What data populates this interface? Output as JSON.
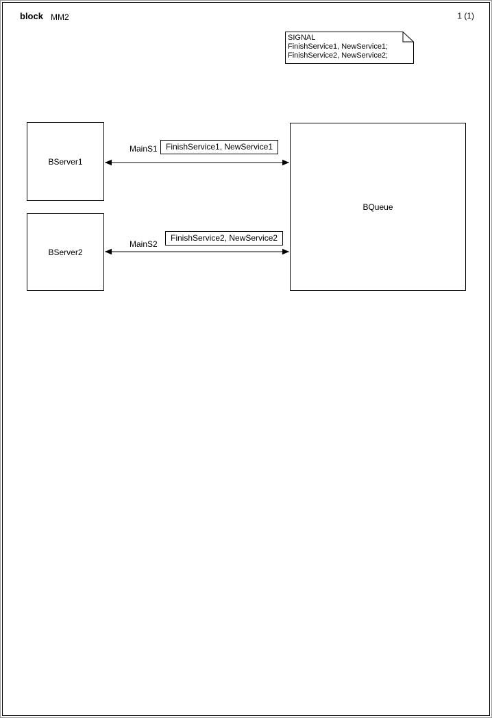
{
  "page": {
    "kind_label": "block",
    "diagram_name": "MM2",
    "page_number": "1 (1)"
  },
  "signal_declaration": {
    "lines": [
      "SIGNAL",
      "FinishService1, NewService1;",
      "FinishService2, NewService2;"
    ]
  },
  "blocks": [
    {
      "id": "BServer1",
      "label": "BServer1"
    },
    {
      "id": "BServer2",
      "label": "BServer2"
    },
    {
      "id": "BQueue",
      "label": "BQueue"
    }
  ],
  "channels": [
    {
      "name": "MainS1",
      "signals": "FinishService1, NewService1"
    },
    {
      "name": "MainS2",
      "signals": "FinishService2, NewService2"
    }
  ],
  "colors": {
    "line": "#000000",
    "background": "#ffffff"
  }
}
